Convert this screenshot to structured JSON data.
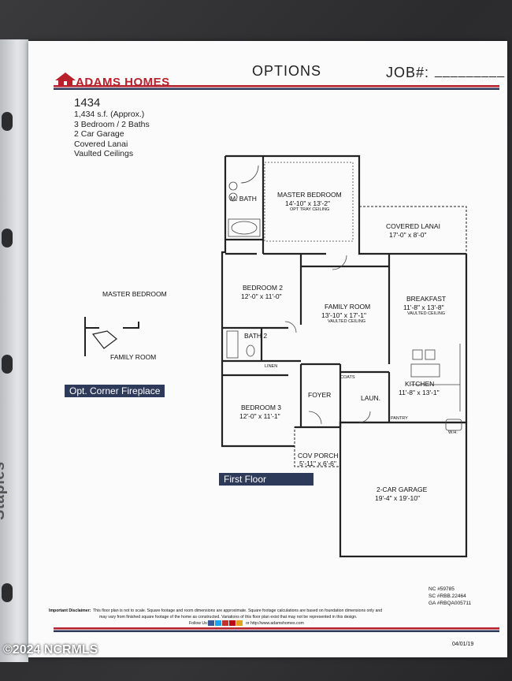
{
  "header": {
    "brand_name": "ADAMS HOMES",
    "title": "OPTIONS",
    "job_label": "JOB#:",
    "job_blank": "_________"
  },
  "plan": {
    "number": "1434",
    "specs": [
      "1,434 s.f. (Approx.)",
      "3 Bedroom / 2 Baths",
      "2 Car Garage",
      "Covered Lanai",
      "Vaulted Ceilings"
    ]
  },
  "rooms": {
    "m_bath": "M. BATH",
    "master_bedroom": {
      "name": "MASTER BEDROOM",
      "dims": "14'-10\" x 13'-2\"",
      "note": "OPT TRAY CEILING"
    },
    "covered_lanai": {
      "name": "COVERED LANAI",
      "dims": "17'-0\" x 8'-0\""
    },
    "bedroom2": {
      "name": "BEDROOM 2",
      "dims": "12'-0\" x 11'-0\""
    },
    "family_room": {
      "name": "FAMILY ROOM",
      "dims": "13'-10\" x 17'-1\"",
      "note": "VAULTED CEILING"
    },
    "breakfast": {
      "name": "BREAKFAST",
      "dims": "11'-8\" x 13'-8\"",
      "note": "VAULTED CEILING"
    },
    "bath2": "BATH 2",
    "linen": "LINEN",
    "coats": "COATS",
    "kitchen": {
      "name": "KITCHEN",
      "dims": "11'-8\" x 13'-1\""
    },
    "foyer": "FOYER",
    "laun": "LAUN.",
    "pantry": "PANTRY",
    "whtr": "W.H.",
    "bedroom3": {
      "name": "BEDROOM 3",
      "dims": "12'-0\" x 11'-1\""
    },
    "cov_porch": {
      "name": "COV PORCH",
      "dims": "5'-11\" x 6'-6\""
    },
    "garage": {
      "name": "2-CAR GARAGE",
      "dims": "19'-4\" x 19'-10\""
    }
  },
  "option_detail": {
    "master_bedroom": "MASTER BEDROOM",
    "family_room": "FAMILY ROOM",
    "caption": "Opt. Corner Fireplace"
  },
  "floor_label": "First Floor",
  "license": [
    "NC #59785",
    "SC #RBB.22464",
    "GA #RBQA005711"
  ],
  "disclaimer": {
    "lead": "Important Disclaimer:",
    "line1": "This floor plan is not to scale. Square footage and room dimensions are approximate. Square footage calculations are based on foundation dimensions only and",
    "line2": "may vary from finished square footage of the home as constructed. Variations of this floor plan exist that may not be represented in this design.",
    "follow": "Follow Us:",
    "web": "or http://www.adamshomes.com"
  },
  "date": "04/01/19",
  "binder_brand": "Staples",
  "watermark": "©2024 NCRMLS",
  "colors": {
    "brand_red": "#b8202b",
    "brand_navy": "#2e3a59"
  }
}
